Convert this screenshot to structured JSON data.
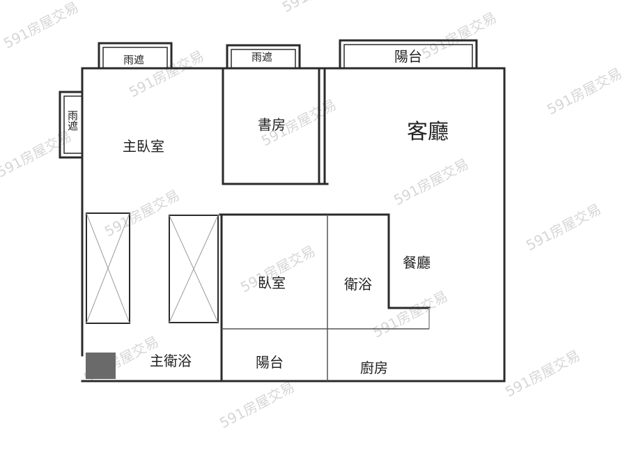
{
  "rooms": {
    "master_bedroom": "主臥室",
    "study": "書房",
    "living_room": "客廳",
    "dining_room": "餐廳",
    "bedroom": "臥室",
    "bathroom": "衛浴",
    "master_bathroom": "主衛浴",
    "balcony_bottom": "陽台",
    "kitchen": "廚房"
  },
  "exterior": {
    "awning_top_left": "雨遮",
    "awning_top_mid": "雨遮",
    "balcony_top": "陽台",
    "awning_side": "雨遮"
  },
  "watermark": "591房屋交易"
}
